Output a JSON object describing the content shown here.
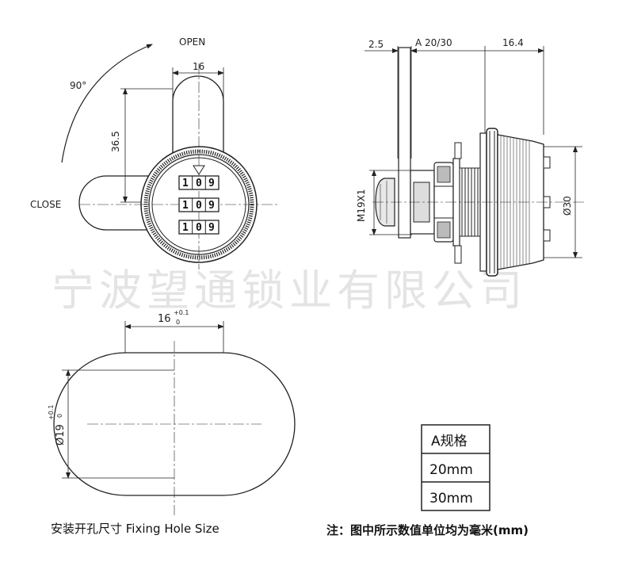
{
  "watermark": "宁波望通锁业有限公司",
  "front_view": {
    "label_open": "OPEN",
    "label_close": "CLOSE",
    "angle": "90°",
    "width_dim": "16",
    "height_dim": "36.5",
    "dial_digits": [
      "1",
      "0",
      "9"
    ]
  },
  "side_view": {
    "dim_left": "2.5",
    "dim_mid": "A 20/30",
    "dim_right": "16.4",
    "thread": "M19X1",
    "diameter": "Ø30"
  },
  "hole_view": {
    "width_main": "16",
    "width_tol_top": "+0.1",
    "width_tol_bottom": "0",
    "height_main": "Ø19",
    "height_tol_top": "+0.1",
    "height_tol_bottom": "0",
    "caption": "安装开孔尺寸 Fixing Hole Size"
  },
  "spec_table": {
    "header": "A规格",
    "rows": [
      "20mm",
      "30mm"
    ]
  },
  "note": "注：图中所示数值单位均为毫米(mm)"
}
